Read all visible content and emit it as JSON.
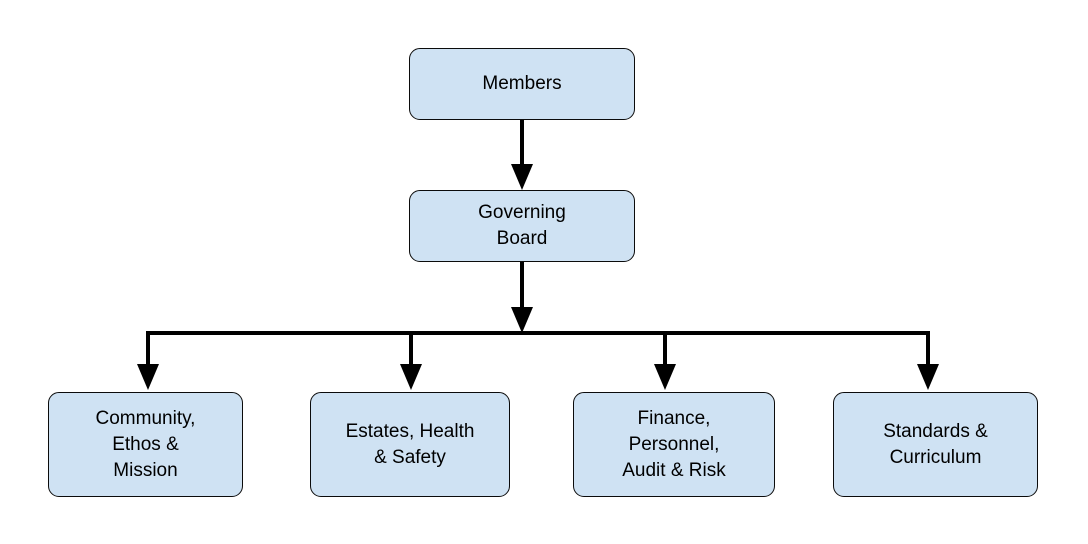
{
  "colors": {
    "node_fill": "#cfe2f3",
    "node_border": "#0b0b0b",
    "connector": "#000000",
    "text": "#000000",
    "background": "#ffffff"
  },
  "nodes": [
    {
      "id": "members",
      "label": "Members"
    },
    {
      "id": "governing-board",
      "label": "Governing\nBoard"
    },
    {
      "id": "community-ethos-mission",
      "label": "Community,\nEthos &\nMission"
    },
    {
      "id": "estates-health-safety",
      "label": "Estates, Health\n& Safety"
    },
    {
      "id": "finance-personnel-audit-risk",
      "label": "Finance,\nPersonnel,\nAudit & Risk"
    },
    {
      "id": "standards-curriculum",
      "label": "Standards &\nCurriculum"
    }
  ],
  "edges": [
    {
      "from": "members",
      "to": "governing-board"
    },
    {
      "from": "governing-board",
      "to": "community-ethos-mission"
    },
    {
      "from": "governing-board",
      "to": "estates-health-safety"
    },
    {
      "from": "governing-board",
      "to": "finance-personnel-audit-risk"
    },
    {
      "from": "governing-board",
      "to": "standards-curriculum"
    }
  ]
}
